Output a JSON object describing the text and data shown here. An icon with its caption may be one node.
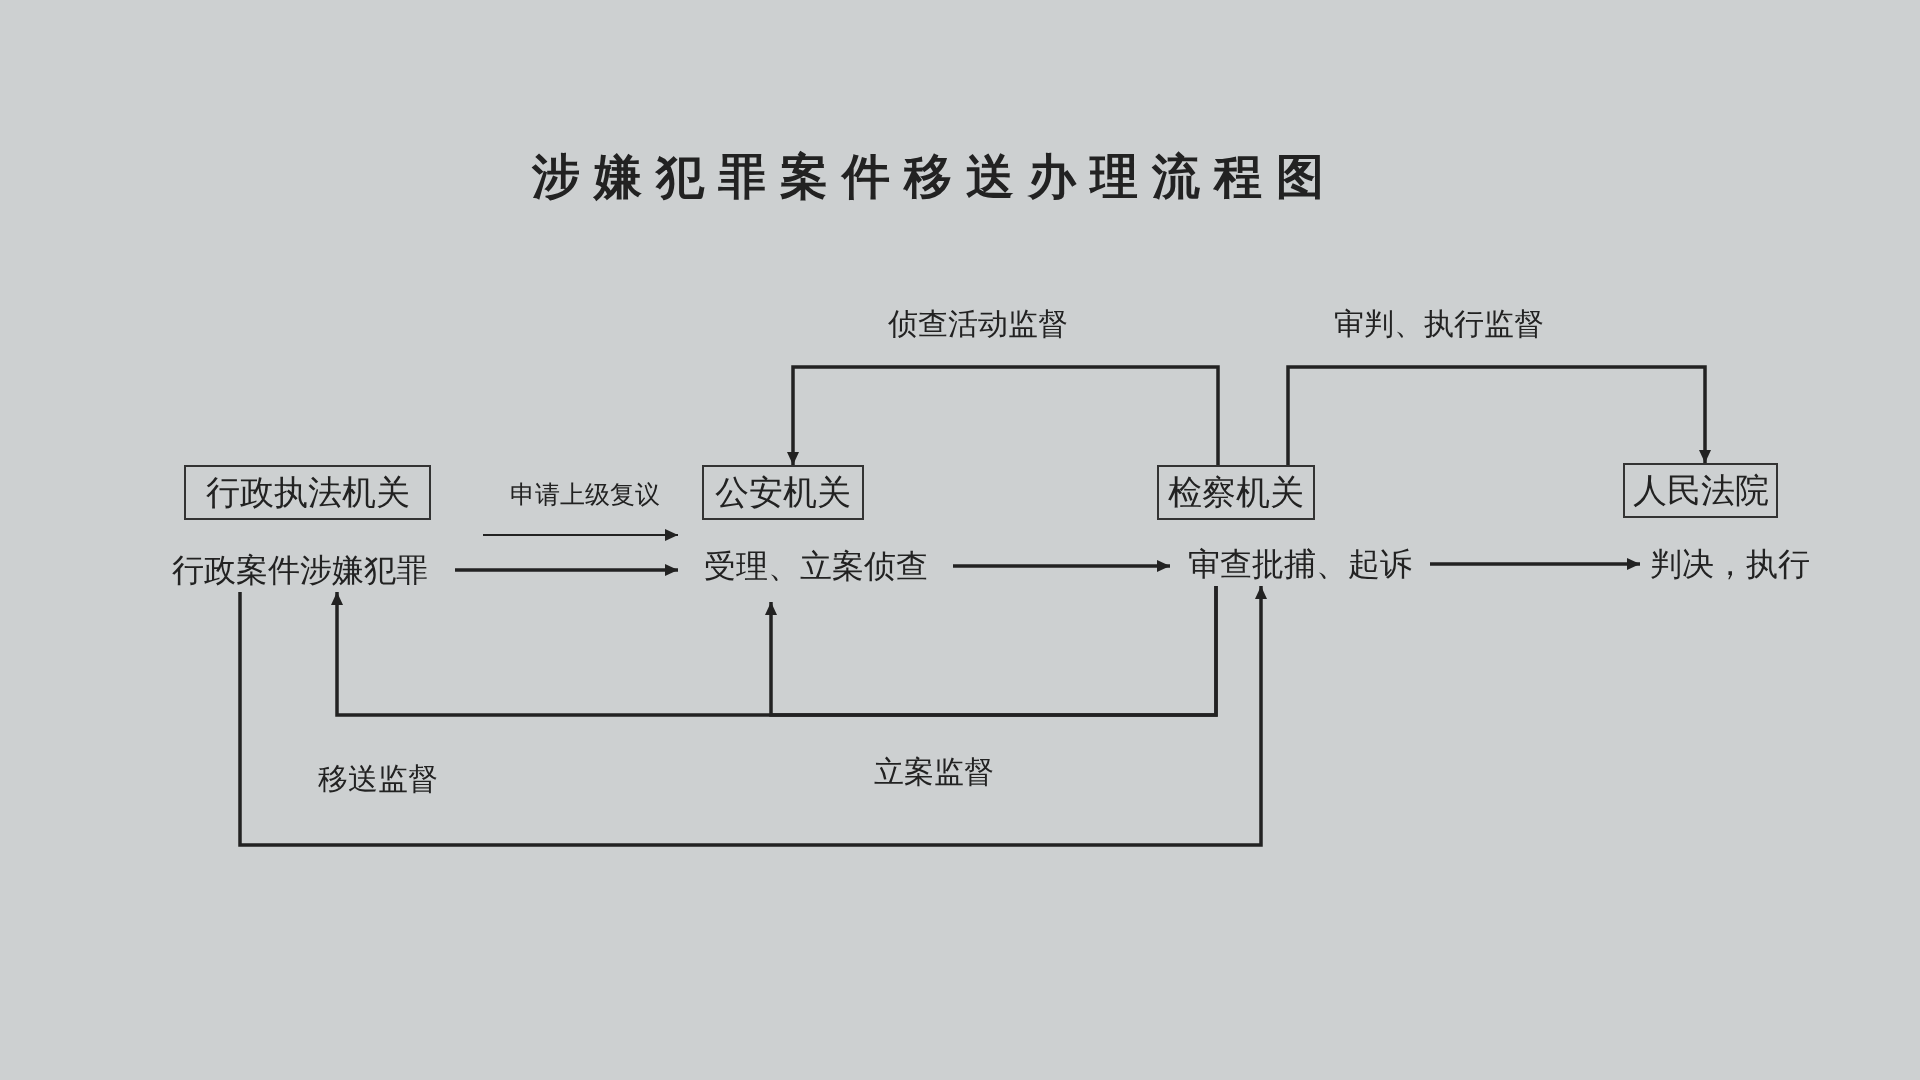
{
  "diagram": {
    "title": "涉嫌犯罪案件移送办理流程图",
    "nodes": [
      {
        "text": [
          "行政执法机关"
        ]
      },
      {
        "text": [
          "行政案件涉嫌犯罪"
        ]
      },
      {
        "text": [
          "公安机关"
        ]
      },
      {
        "text": [
          "受理、立案侦查"
        ]
      },
      {
        "text": [
          "检察机关"
        ]
      },
      {
        "text": [
          "审查批捕、起诉"
        ]
      },
      {
        "text": [
          "人民法院"
        ]
      },
      {
        "text": [
          "判决，执行"
        ]
      }
    ],
    "edges": [
      {
        "from": null,
        "to": 3,
        "arrow": "to",
        "label": "申请上级复议"
      },
      {
        "from": 1,
        "to": 3,
        "arrow": "to"
      },
      {
        "from": 3,
        "to": 5,
        "arrow": "to"
      },
      {
        "from": 5,
        "to": 7,
        "arrow": "to"
      },
      {
        "from": 4,
        "to": 2,
        "arrow": "to",
        "label": "侦查活动监督"
      },
      {
        "from": 4,
        "to": 6,
        "arrow": "to",
        "label": "审判、执行监督"
      },
      {
        "from": 5,
        "to": 1,
        "arrow": "to",
        "label": "移送监督"
      },
      {
        "from": 5,
        "to": 3,
        "arrow": "to",
        "label": "立案监督"
      },
      {
        "from": 1,
        "to": 5,
        "arrow": "to"
      }
    ]
  }
}
